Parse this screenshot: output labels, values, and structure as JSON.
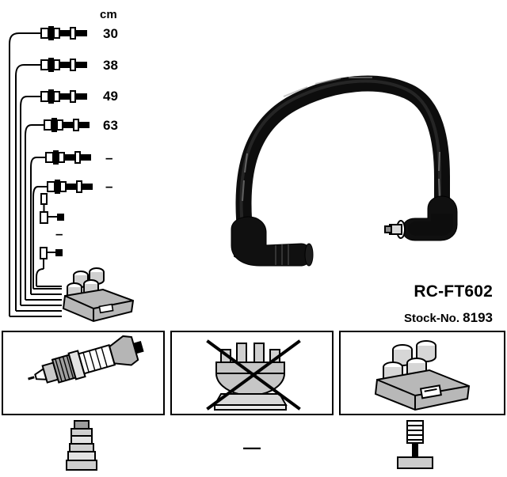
{
  "diagram": {
    "units_header": "cm",
    "lengths": [
      {
        "value": "30"
      },
      {
        "value": "38"
      },
      {
        "value": "49"
      },
      {
        "value": "63"
      },
      {
        "value": "–"
      },
      {
        "value": "–"
      }
    ],
    "middle_dash": "–"
  },
  "product": {
    "name": "RC-FT602",
    "stock_label": "Stock-No.",
    "stock_number": "8193"
  },
  "panels": [
    {
      "id": "spark-plug-panel",
      "icon": "spark-plug-icon",
      "sub_icon": "rubber-boot-icon"
    },
    {
      "id": "distributor-cap-panel",
      "icon": "distributor-cap-crossed-out-icon",
      "sub_icon": "dash-icon",
      "sub_text": "—"
    },
    {
      "id": "ignition-coil-panel",
      "icon": "ignition-coil-icon",
      "sub_icon": "coil-terminal-icon"
    }
  ],
  "colors": {
    "line": "#000000",
    "cable": "#1a1a1a",
    "fill_gray": "#b8b8b8",
    "background": "#ffffff"
  }
}
